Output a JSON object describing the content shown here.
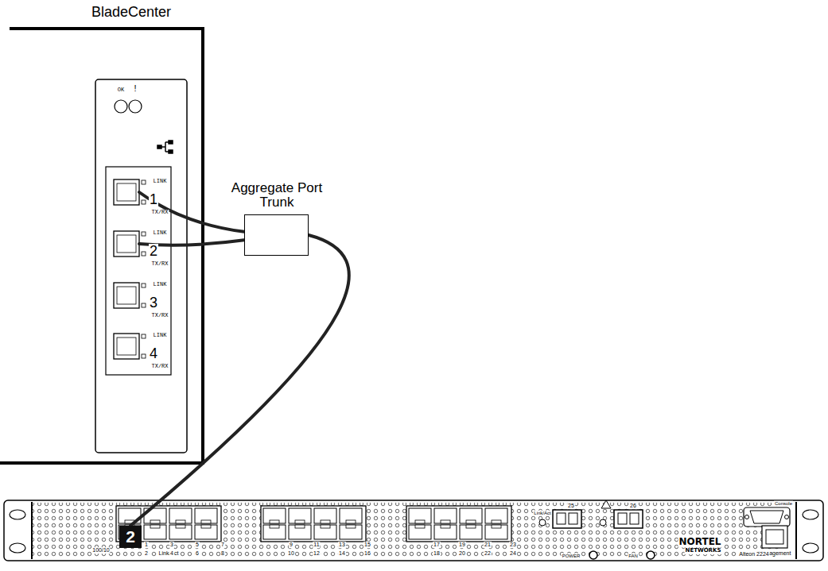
{
  "diagram": {
    "nodes": [
      {
        "text": [
          "BladeCenter"
        ]
      },
      {
        "text": [
          "1"
        ],
        "in": 0
      },
      {
        "text": [
          "2"
        ],
        "in": 0
      },
      {
        "text": [
          "Aggregate Port Trunk"
        ]
      },
      {
        "text": [
          "2"
        ]
      }
    ],
    "edges": [
      {
        "from": 1,
        "to": 3,
        "arrow": "none"
      },
      {
        "from": 2,
        "to": 3,
        "arrow": "none"
      },
      {
        "from": 3,
        "to": 4,
        "arrow": "none"
      }
    ],
    "labels": [
      "OK",
      "!",
      "LINK",
      "TX/RX",
      "LINK",
      "TX/RX",
      "LINK",
      "3",
      "TX/RX",
      "LINK",
      "4",
      "TX/RX",
      "100/10",
      "Link/Act",
      "1",
      "2",
      "3",
      "4",
      "5",
      "6",
      "7",
      "8",
      "9",
      "10",
      "11",
      "12",
      "13",
      "14",
      "15",
      "16",
      "17",
      "18",
      "19",
      "20",
      "21",
      "22",
      "23",
      "24",
      "Link/Act",
      "25",
      "26",
      "POWER",
      "FAN",
      "Console",
      "Management",
      "NORTEL",
      "NETWORKS",
      "Alteon 2224"
    ]
  }
}
